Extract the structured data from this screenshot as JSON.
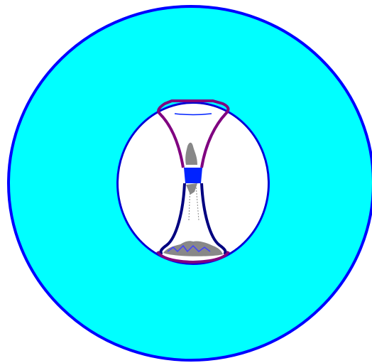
{
  "diagram": {
    "colors": {
      "background": "#ffffff",
      "ring_fill": "#00ffff",
      "ring_stroke": "#0000ff",
      "inner_hole_fill": "#ffffff",
      "inner_hole_stroke": "#0000cc",
      "hourglass_upper": "#800080",
      "hourglass_lower": "#000080",
      "neck_band": "#0022ff",
      "sand": "#888888",
      "sand_pile_detail": "#4040ff"
    },
    "components": [
      "outer-ring",
      "inner-hole",
      "hourglass",
      "neck-band",
      "falling-sand",
      "sand-pile"
    ]
  }
}
